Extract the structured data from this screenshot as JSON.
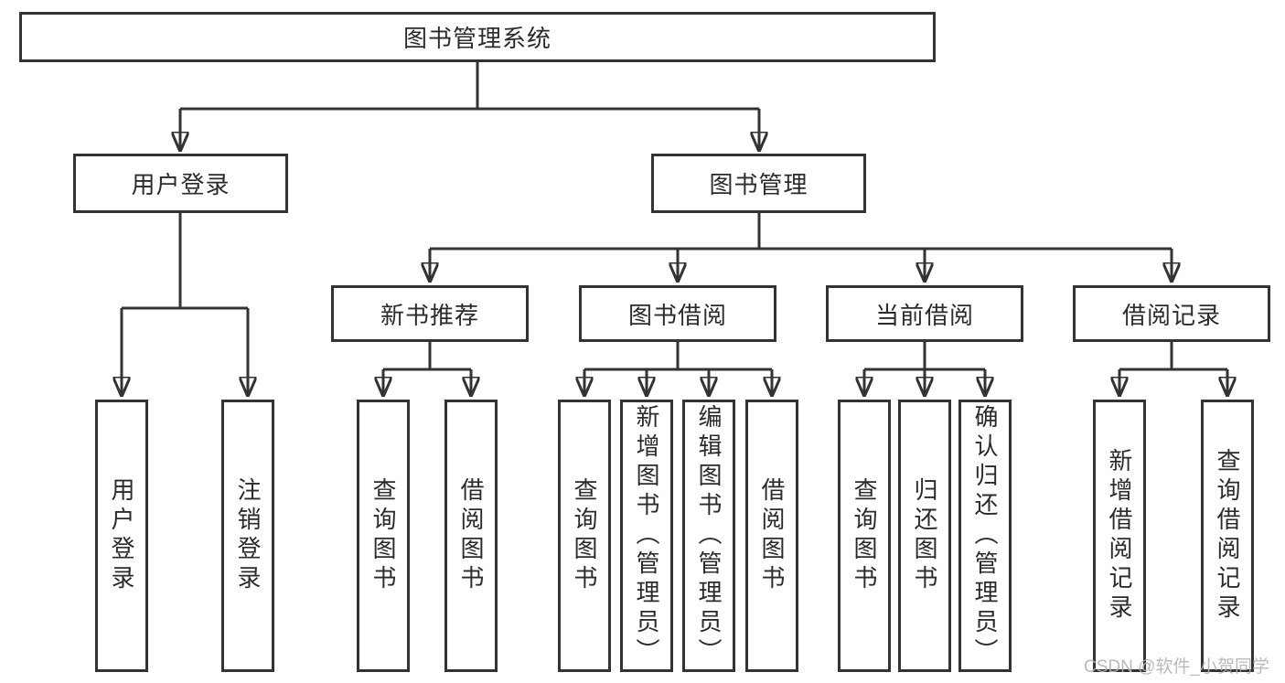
{
  "diagram": {
    "title": "图书管理系统",
    "branches": [
      {
        "label": "用户登录",
        "children": [
          {
            "label": "用户登录"
          },
          {
            "label": "注销登录"
          }
        ]
      },
      {
        "label": "图书管理",
        "children": [
          {
            "label": "新书推荐",
            "children": [
              {
                "label": "查询图书"
              },
              {
                "label": "借阅图书"
              }
            ]
          },
          {
            "label": "图书借阅",
            "children": [
              {
                "label": "查询图书"
              },
              {
                "label": "新增图书（管理员）"
              },
              {
                "label": "编辑图书（管理员）"
              },
              {
                "label": "借阅图书"
              }
            ]
          },
          {
            "label": "当前借阅",
            "children": [
              {
                "label": "查询图书"
              },
              {
                "label": "归还图书"
              },
              {
                "label": "确认归还（管理员）"
              }
            ]
          },
          {
            "label": "借阅记录",
            "children": [
              {
                "label": "新增借阅记录"
              },
              {
                "label": "查询借阅记录"
              }
            ]
          }
        ]
      }
    ]
  },
  "watermark": "CSDN @软件_小贺同学",
  "colors": {
    "line": "#333333",
    "border": "#333333",
    "text": "#2b2b2b",
    "watermark": "#b2b2b2",
    "background": "#ffffff"
  }
}
